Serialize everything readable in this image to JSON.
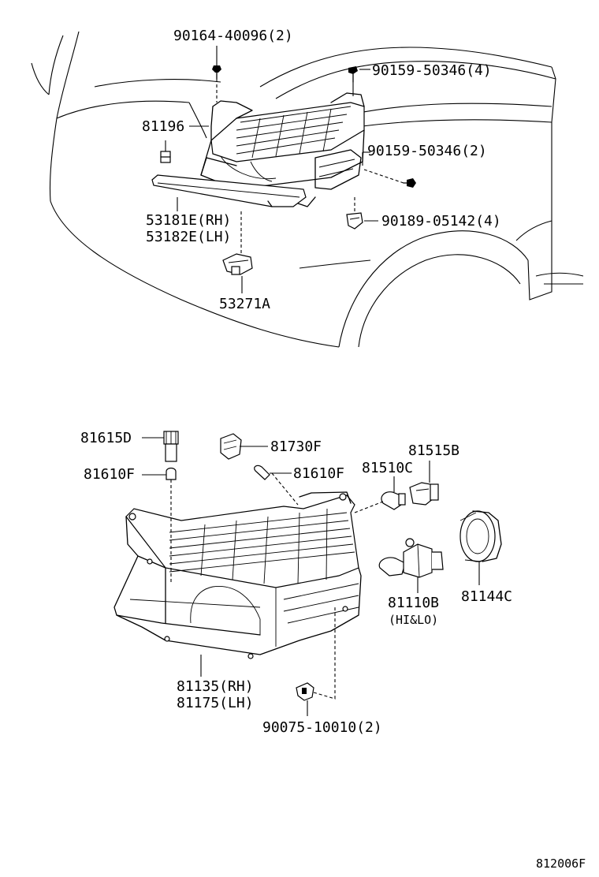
{
  "labels": {
    "p_90164_40096": "90164-40096(2)",
    "p_90159_50346_4": "90159-50346(4)",
    "p_81196": "81196",
    "p_90159_50346_2": "90159-50346(2)",
    "p_53181E": "53181E(RH)",
    "p_53182E": "53182E(LH)",
    "p_90189_05142": "90189-05142(4)",
    "p_53271A": "53271A",
    "p_81615D": "81615D",
    "p_81730F": "81730F",
    "p_81515B": "81515B",
    "p_81610F_left": "81610F",
    "p_81610F_right": "81610F",
    "p_81510C": "81510C",
    "p_81110B": "81110B",
    "p_81110B_note": "(HI&LO)",
    "p_81144C": "81144C",
    "p_81135": "81135(RH)",
    "p_81175": "81175(LH)",
    "p_90075": "90075-10010(2)"
  },
  "diagram_code": "812006F"
}
